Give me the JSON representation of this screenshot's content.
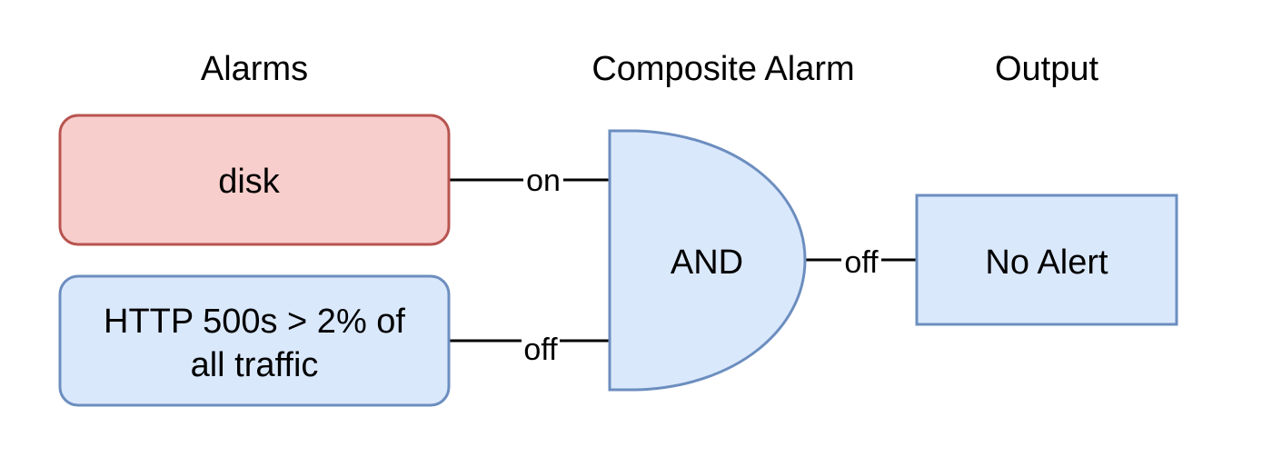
{
  "headings": {
    "alarms": "Alarms",
    "composite": "Composite Alarm",
    "output": "Output"
  },
  "nodes": {
    "disk": {
      "label": "disk",
      "fill": "#f8cecc",
      "stroke": "#b85450"
    },
    "http": {
      "label_lines": [
        "HTTP 500s > 2% of",
        "all traffic"
      ],
      "fill": "#dae8fc",
      "stroke": "#6c8ebf"
    },
    "and_gate": {
      "label": "AND",
      "fill": "#dae8fc",
      "stroke": "#6c8ebf"
    },
    "output": {
      "label": "No Alert",
      "fill": "#dae8fc",
      "stroke": "#6c8ebf"
    }
  },
  "edges": {
    "disk_to_and": {
      "label": "on"
    },
    "http_to_and": {
      "label": "off"
    },
    "and_to_output": {
      "label": "off"
    }
  }
}
